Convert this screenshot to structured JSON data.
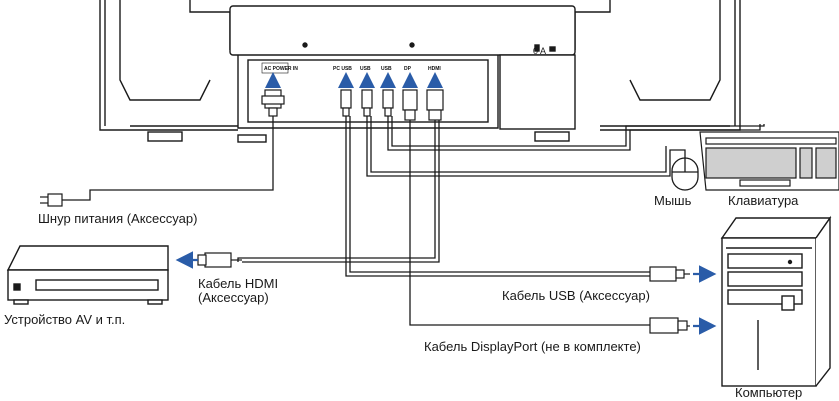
{
  "labels": {
    "power_cord": "Шнур питания (Аксессуар)",
    "hdmi_cable_line1": "Кабель HDMI",
    "hdmi_cable_line2": "(Аксессуар)",
    "av_device": "Устройство AV и т.п.",
    "mouse": "Мышь",
    "keyboard": "Клавиатура",
    "usb_cable": "Кабель USB (Аксессуар)",
    "displayport_cable": "Кабель DisplayPort (не в комплекте)",
    "computer": "Компьютер"
  },
  "ports": {
    "ac_power": "AC POWER IN",
    "pc_usb": "PC USB",
    "usb1": "USB",
    "usb2": "USB",
    "dp": "DP",
    "hdmi": "HDMI",
    "kensington": "0 A"
  },
  "colors": {
    "line": "#1a1a1a",
    "arrow": "#2a5ca8"
  }
}
